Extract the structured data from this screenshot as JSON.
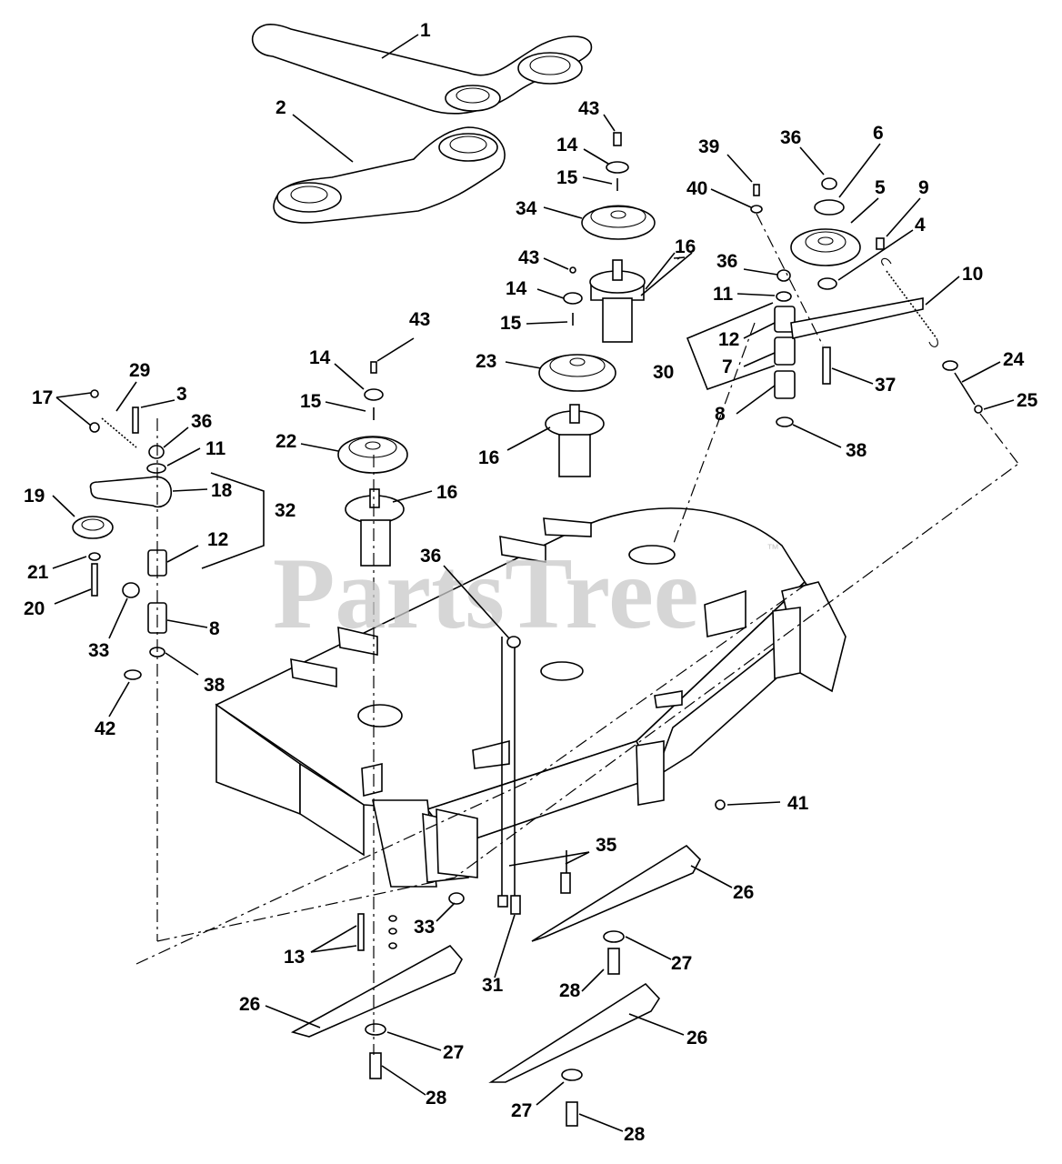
{
  "watermark": {
    "text": "PartsTree",
    "mark": "™"
  },
  "callouts": [
    {
      "id": "c1",
      "label": "1"
    },
    {
      "id": "c2",
      "label": "2"
    },
    {
      "id": "c43a",
      "label": "43"
    },
    {
      "id": "c14a",
      "label": "14"
    },
    {
      "id": "c15a",
      "label": "15"
    },
    {
      "id": "c34",
      "label": "34"
    },
    {
      "id": "c16a",
      "label": "16"
    },
    {
      "id": "c43b",
      "label": "43"
    },
    {
      "id": "c14b",
      "label": "14"
    },
    {
      "id": "c15b",
      "label": "15"
    },
    {
      "id": "c23",
      "label": "23"
    },
    {
      "id": "c16b",
      "label": "16"
    },
    {
      "id": "c39",
      "label": "39"
    },
    {
      "id": "c36a",
      "label": "36"
    },
    {
      "id": "c6",
      "label": "6"
    },
    {
      "id": "c40",
      "label": "40"
    },
    {
      "id": "c5",
      "label": "5"
    },
    {
      "id": "c9",
      "label": "9"
    },
    {
      "id": "c4",
      "label": "4"
    },
    {
      "id": "c36b",
      "label": "36"
    },
    {
      "id": "c10",
      "label": "10"
    },
    {
      "id": "c11a",
      "label": "11"
    },
    {
      "id": "c12a",
      "label": "12"
    },
    {
      "id": "c30",
      "label": "30"
    },
    {
      "id": "c7",
      "label": "7"
    },
    {
      "id": "c37",
      "label": "37"
    },
    {
      "id": "c24",
      "label": "24"
    },
    {
      "id": "c25",
      "label": "25"
    },
    {
      "id": "c8a",
      "label": "8"
    },
    {
      "id": "c38a",
      "label": "38"
    },
    {
      "id": "c43c",
      "label": "43"
    },
    {
      "id": "c14c",
      "label": "14"
    },
    {
      "id": "c15c",
      "label": "15"
    },
    {
      "id": "c22",
      "label": "22"
    },
    {
      "id": "c16c",
      "label": "16"
    },
    {
      "id": "c17",
      "label": "17"
    },
    {
      "id": "c29",
      "label": "29"
    },
    {
      "id": "c3",
      "label": "3"
    },
    {
      "id": "c36c",
      "label": "36"
    },
    {
      "id": "c11b",
      "label": "11"
    },
    {
      "id": "c18",
      "label": "18"
    },
    {
      "id": "c32",
      "label": "32"
    },
    {
      "id": "c19",
      "label": "19"
    },
    {
      "id": "c12b",
      "label": "12"
    },
    {
      "id": "c21",
      "label": "21"
    },
    {
      "id": "c20",
      "label": "20"
    },
    {
      "id": "c33a",
      "label": "33"
    },
    {
      "id": "c8b",
      "label": "8"
    },
    {
      "id": "c38b",
      "label": "38"
    },
    {
      "id": "c42",
      "label": "42"
    },
    {
      "id": "c36d",
      "label": "36"
    },
    {
      "id": "c41",
      "label": "41"
    },
    {
      "id": "c35",
      "label": "35"
    },
    {
      "id": "c26a",
      "label": "26"
    },
    {
      "id": "c33b",
      "label": "33"
    },
    {
      "id": "c13",
      "label": "13"
    },
    {
      "id": "c27a",
      "label": "27"
    },
    {
      "id": "c28a",
      "label": "28"
    },
    {
      "id": "c31",
      "label": "31"
    },
    {
      "id": "c26b",
      "label": "26"
    },
    {
      "id": "c26c",
      "label": "26"
    },
    {
      "id": "c27b",
      "label": "27"
    },
    {
      "id": "c28b",
      "label": "28"
    },
    {
      "id": "c27c",
      "label": "27"
    },
    {
      "id": "c28c",
      "label": "28"
    }
  ]
}
